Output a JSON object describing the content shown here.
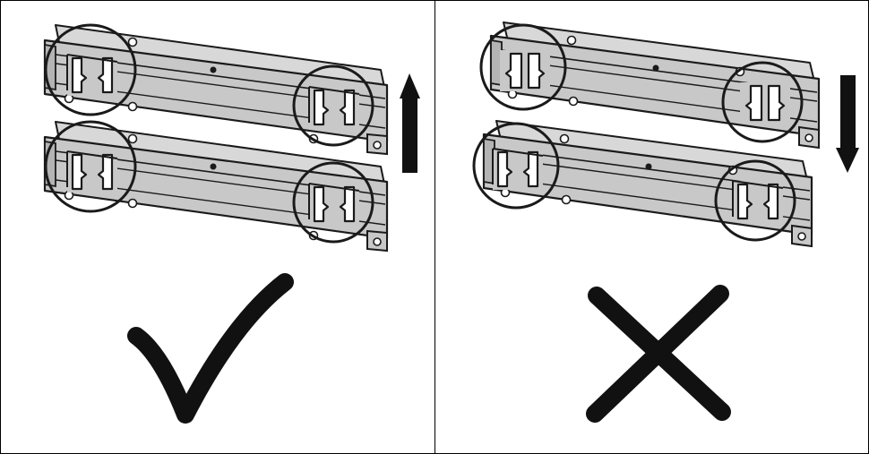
{
  "figure": {
    "colors": {
      "rail_fill": "#c8c8c8",
      "rail_shadow": "#b4b4b4",
      "stroke": "#1a1a1a",
      "mark": "#111111",
      "background": "#ffffff"
    },
    "panels": [
      {
        "id": "correct",
        "verdict_icon": "check-mark-icon",
        "arrow_icon": "arrow-up-icon",
        "bracket_style": "hooks-facing-each-other"
      },
      {
        "id": "incorrect",
        "verdict_icon": "cross-mark-icon",
        "arrow_icon": "arrow-down-icon",
        "bracket_style": "hooks-facing-away"
      }
    ]
  }
}
